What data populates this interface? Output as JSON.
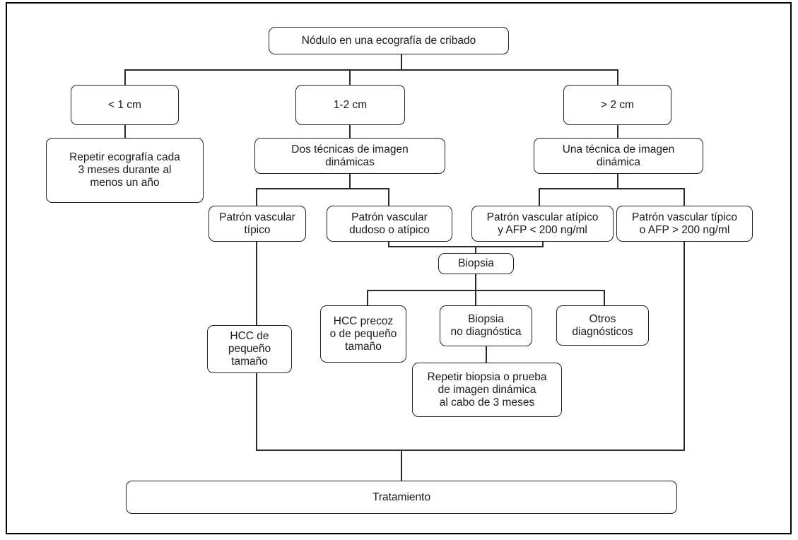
{
  "diagram": {
    "type": "flowchart",
    "language": "es",
    "line_color": "#2a2a2a",
    "box_border_color": "#222222",
    "background_color": "#ffffff"
  },
  "nodes": {
    "root": {
      "label": "Nódulo en una ecografía de cribado"
    },
    "size_lt_1cm": {
      "label": "< 1 cm"
    },
    "size_1_2cm": {
      "label": "1-2 cm"
    },
    "size_gt_2cm": {
      "label": "> 2 cm"
    },
    "repeat_echo": {
      "label": "Repetir ecografía cada\n3 meses durante al\nmenos un año"
    },
    "two_techniques": {
      "label": "Dos técnicas de imagen\ndinámicas"
    },
    "one_technique": {
      "label": "Una técnica de imagen\ndinámica"
    },
    "pattern_typical": {
      "label": "Patrón vascular\ntípico"
    },
    "pattern_doubtful": {
      "label": "Patrón vascular\ndudoso o atípico"
    },
    "pattern_atypical_afp": {
      "label": "Patrón vascular atípico\ny AFP < 200 ng/ml"
    },
    "pattern_typical_afp": {
      "label": "Patrón vascular típico\no AFP > 200 ng/ml"
    },
    "biopsy": {
      "label": "Biopsia"
    },
    "hcc_early": {
      "label": "HCC precoz\no de pequeño\ntamaño"
    },
    "biopsy_nondiagnostic": {
      "label": "Biopsia\nno diagnóstica"
    },
    "other_diagnoses": {
      "label": "Otros\ndiagnósticos"
    },
    "repeat_biopsy": {
      "label": "Repetir biopsia o prueba\nde imagen dinámica\nal cabo de 3 meses"
    },
    "hcc_small": {
      "label": "HCC de\npequeño\ntamaño"
    },
    "treatment": {
      "label": "Tratamiento"
    }
  }
}
